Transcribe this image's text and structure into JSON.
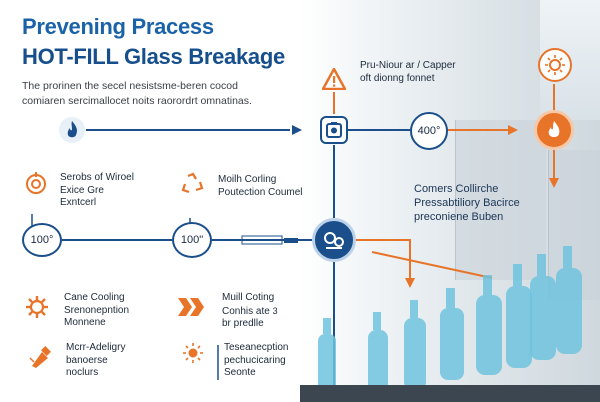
{
  "title": {
    "line1": "Prevening Pracess",
    "line2": "HOT-FILL Glass Breakage"
  },
  "subtitle": {
    "line1": "The prorinen the secel nesistsme-beren cocod",
    "line2": "comiaren sercimallocet noits raorordrt omnatinas."
  },
  "top_callout": {
    "line1": "Pru-Niour ar / Capper",
    "line2": "oft dionng fonnet"
  },
  "node_values": {
    "right_temp": "400°",
    "left_temp": "100°",
    "mid_temp": "100\""
  },
  "right_callout": {
    "line1": "Comers Collirche",
    "line2": "Pressabtiliory Bacirce",
    "line3": "preconiene Buben"
  },
  "left_items": [
    {
      "icon": "target-icon",
      "lines": [
        "Serobs of Wiroel",
        "Exice Gre",
        "Exntcerl"
      ]
    },
    {
      "icon": "gear-icon",
      "lines": [
        "Cane Cooling",
        "Srenonepntion",
        "Monnene"
      ]
    },
    {
      "icon": "spray-icon",
      "lines": [
        "Mcrr-Adeligry",
        "banoerse",
        "noclurs"
      ]
    }
  ],
  "mid_items": [
    {
      "icon": "recycle-icon",
      "lines": [
        "Moilh Corling",
        "Poutection Coumel"
      ]
    },
    {
      "icon": "stripes-icon",
      "lines": [
        "Muill Coting",
        "Conhis ate",
        "br predlle"
      ],
      "mark": "3"
    },
    {
      "icon": "sun-icon",
      "lines": [
        "Teseanecption",
        "pechucicaring",
        "Seonte"
      ]
    }
  ],
  "colors": {
    "navy": "#1b4f8c",
    "orange": "#e8742a",
    "title_blue": "#1b63a8",
    "bottle": "#6fc3de"
  }
}
